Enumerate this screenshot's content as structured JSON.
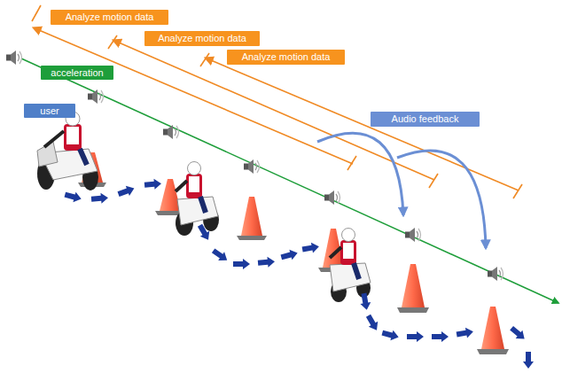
{
  "diagram": {
    "nodes": [
      {
        "text": [
          "Analyze motion data"
        ]
      },
      {
        "text": [
          "Analyze motion data"
        ]
      },
      {
        "text": [
          "Analyze motion data"
        ]
      },
      {
        "text": [
          "acceleration"
        ]
      },
      {
        "text": [
          "user"
        ]
      },
      {
        "text": [
          "Audio feedback"
        ]
      }
    ]
  }
}
